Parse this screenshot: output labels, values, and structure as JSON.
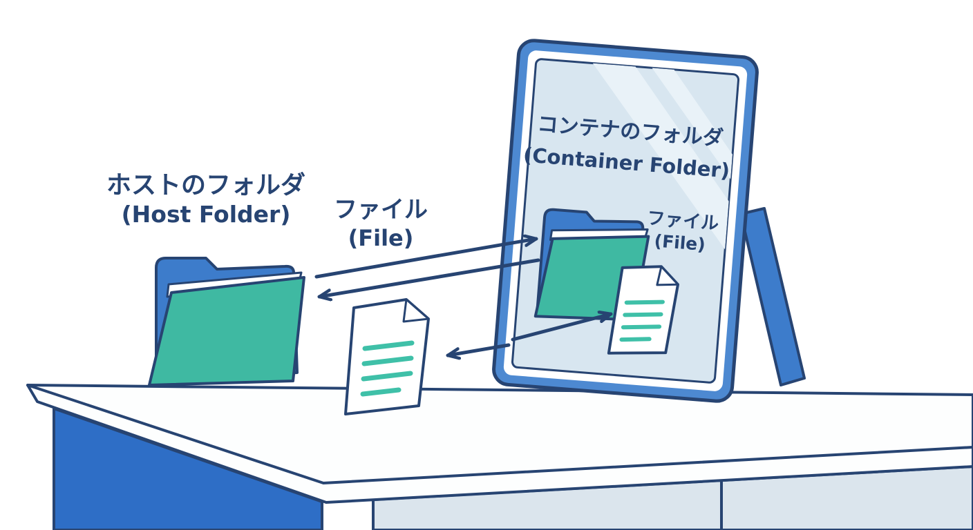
{
  "title": "Host folder mirrored to container folder illustration",
  "labels": {
    "host_folder_jp": "ホストのフォルダ",
    "host_folder_en": "(Host Folder)",
    "file_jp": "ファイル",
    "file_en": "(File)",
    "container_folder_jp": "コンテナのフォルダ",
    "container_folder_en": "(Container Folder)",
    "container_file_jp": "ファイル",
    "container_file_en": "(File)"
  },
  "colors": {
    "ink": "#274472",
    "folder_blue": "#3d7ccb",
    "folder_teal": "#3fb9a2",
    "file_line_teal": "#3fc0a8",
    "mirror_frame_blue": "#4d89d1",
    "mirror_glass": "#d8e6f0",
    "glass_highlight": "#e9f2f8",
    "desk_front_blue": "#2e6ec6",
    "desk_side_gray": "#dbe5ed",
    "desk_top_white": "#fdfefe"
  }
}
